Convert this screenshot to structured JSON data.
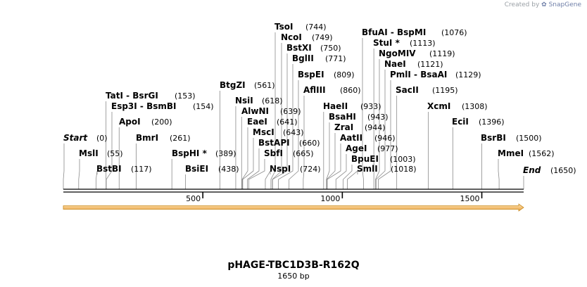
{
  "header": {
    "credit_prefix": "Created by",
    "credit_brand": "SnapGene",
    "logo_icon": "snapgene-logo-icon"
  },
  "plasmid": {
    "name": "pHAGE-TBC1D3B-R162Q",
    "length_label": "1650 bp",
    "length": 1650
  },
  "ruler": {
    "ticks": [
      500,
      1000,
      1500
    ],
    "tick_labels": [
      "500",
      "1000",
      "1500"
    ]
  },
  "features": [
    {
      "type": "orf-arrow",
      "start": 0,
      "end": 1650,
      "color": "#f5c27a",
      "outline": "#c98a1e"
    }
  ],
  "sites": [
    {
      "name": "Start",
      "pos_label": "(0)",
      "pos": 0,
      "italic": true
    },
    {
      "name": "MslI",
      "pos_label": "(55)",
      "pos": 55
    },
    {
      "name": "BstBI",
      "pos_label": "(117)",
      "pos": 117
    },
    {
      "name": "TatI  -  BsrGI",
      "pos_label": "(153)",
      "pos": 153
    },
    {
      "name": "Esp3I  -  BsmBI",
      "pos_label": "(154)",
      "pos": 154
    },
    {
      "name": "ApoI",
      "pos_label": "(200)",
      "pos": 200
    },
    {
      "name": "BmrI",
      "pos_label": "(261)",
      "pos": 261
    },
    {
      "name": "BspHI *",
      "pos_label": "(389)",
      "pos": 389
    },
    {
      "name": "BsiEI",
      "pos_label": "(438)",
      "pos": 438
    },
    {
      "name": "BtgZI",
      "pos_label": "(561)",
      "pos": 561
    },
    {
      "name": "NsiI",
      "pos_label": "(618)",
      "pos": 618
    },
    {
      "name": "AlwNI",
      "pos_label": "(639)",
      "pos": 639
    },
    {
      "name": "EaeI",
      "pos_label": "(641)",
      "pos": 641
    },
    {
      "name": "MscI",
      "pos_label": "(643)",
      "pos": 643
    },
    {
      "name": "BstAPI",
      "pos_label": "(660)",
      "pos": 660
    },
    {
      "name": "SbfI",
      "pos_label": "(665)",
      "pos": 665
    },
    {
      "name": "NspI",
      "pos_label": "(724)",
      "pos": 724
    },
    {
      "name": "TsoI",
      "pos_label": "(744)",
      "pos": 744
    },
    {
      "name": "NcoI",
      "pos_label": "(749)",
      "pos": 749
    },
    {
      "name": "BstXI",
      "pos_label": "(750)",
      "pos": 750
    },
    {
      "name": "BglII",
      "pos_label": "(771)",
      "pos": 771
    },
    {
      "name": "BspEI",
      "pos_label": "(809)",
      "pos": 809
    },
    {
      "name": "AflIII",
      "pos_label": "(860)",
      "pos": 860
    },
    {
      "name": "HaeII",
      "pos_label": "(933)",
      "pos": 933
    },
    {
      "name": "BsaHI",
      "pos_label": "(943)",
      "pos": 943
    },
    {
      "name": "ZraI",
      "pos_label": "(944)",
      "pos": 944
    },
    {
      "name": "AatII",
      "pos_label": "(946)",
      "pos": 946
    },
    {
      "name": "AgeI",
      "pos_label": "(977)",
      "pos": 977
    },
    {
      "name": "BpuEI",
      "pos_label": "(1003)",
      "pos": 1003
    },
    {
      "name": "SmlI",
      "pos_label": "(1018)",
      "pos": 1018
    },
    {
      "name": "BfuAI  -  BspMI",
      "pos_label": "(1076)",
      "pos": 1076
    },
    {
      "name": "StuI *",
      "pos_label": "(1113)",
      "pos": 1113
    },
    {
      "name": "NgoMIV",
      "pos_label": "(1119)",
      "pos": 1119
    },
    {
      "name": "NaeI",
      "pos_label": "(1121)",
      "pos": 1121
    },
    {
      "name": "PmlI  -  BsaAI",
      "pos_label": "(1129)",
      "pos": 1129
    },
    {
      "name": "SacII",
      "pos_label": "(1195)",
      "pos": 1195
    },
    {
      "name": "XcmI",
      "pos_label": "(1308)",
      "pos": 1308
    },
    {
      "name": "EciI",
      "pos_label": "(1396)",
      "pos": 1396
    },
    {
      "name": "BsrBI",
      "pos_label": "(1500)",
      "pos": 1500
    },
    {
      "name": "MmeI",
      "pos_label": "(1562)",
      "pos": 1562
    },
    {
      "name": "End",
      "pos_label": "(1650)",
      "pos": 1650,
      "italic": true
    }
  ]
}
